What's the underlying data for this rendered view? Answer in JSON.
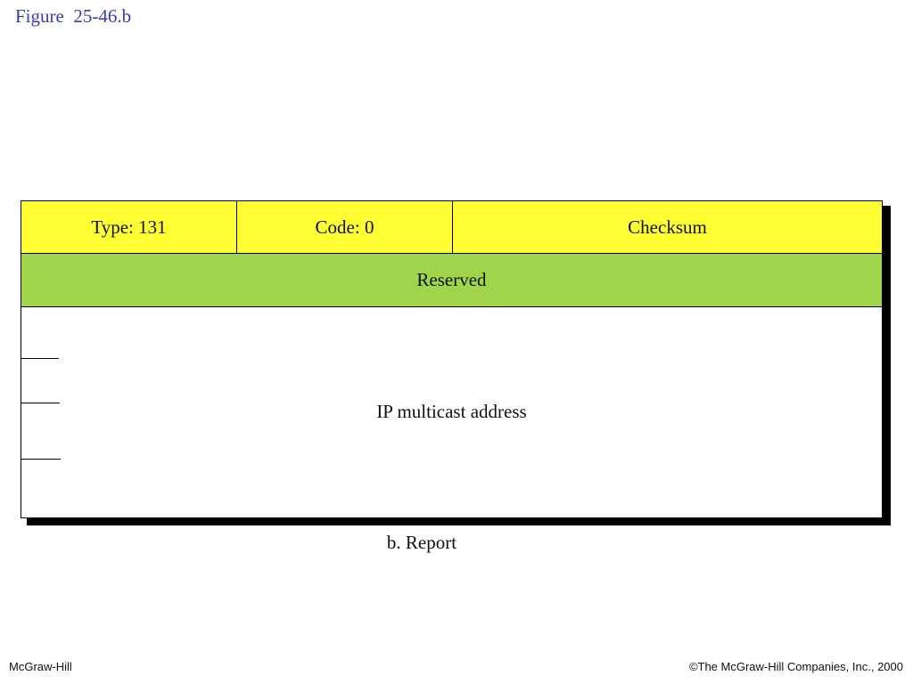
{
  "slide": {
    "title": "Figure  25-46.b"
  },
  "packet": {
    "fields": {
      "type": "Type: 131",
      "code": "Code: 0",
      "checksum": "Checksum",
      "reserved": "Reserved",
      "address": "IP multicast address"
    },
    "colors": {
      "header_row": "#ffff33",
      "reserved_row": "#a0d44a",
      "address_row": "#ffffff"
    }
  },
  "caption": "b. Report",
  "footer": {
    "left": "McGraw-Hill",
    "right": "©The McGraw-Hill Companies, Inc., 2000"
  }
}
